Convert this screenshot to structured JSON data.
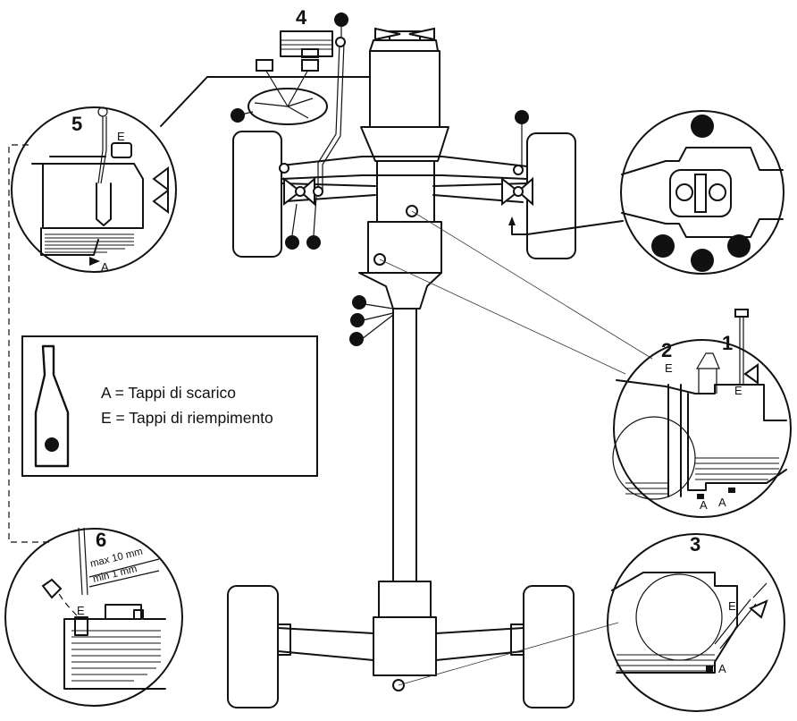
{
  "callouts": {
    "c1": "1",
    "c2": "2",
    "c3": "3",
    "c4": "4",
    "c5": "5",
    "c6": "6"
  },
  "marks": {
    "drain": "A",
    "fill": "E"
  },
  "legend": {
    "line_a": "A = Tappi di scarico",
    "line_e": "E = Tappi di riempimento"
  },
  "detail6": {
    "max": "max 10 mm",
    "min": "min 1 mm"
  }
}
